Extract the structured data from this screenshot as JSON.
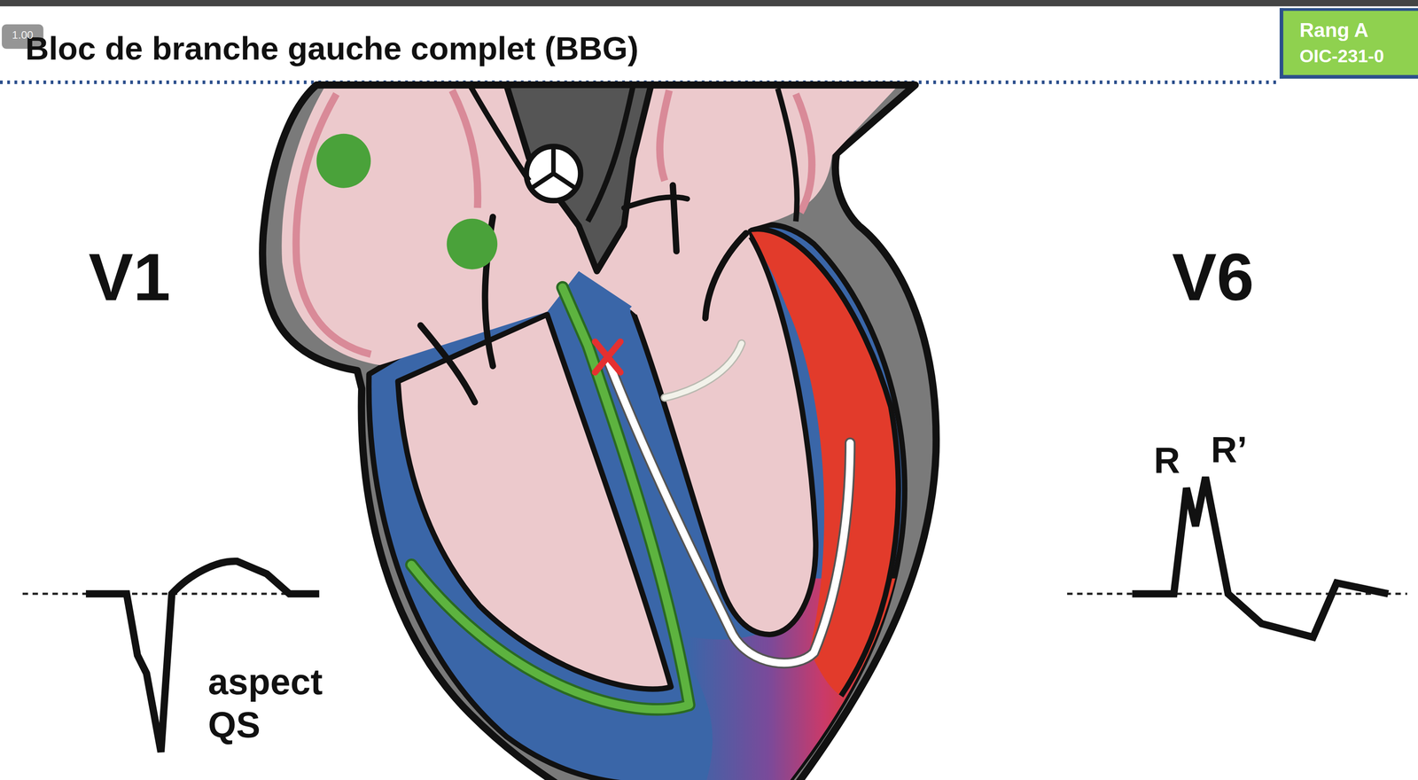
{
  "diagram": {
    "title": "Bloc de branche gauche complet (BBG)",
    "nodes": [
      {
        "text": [
          "Rang A",
          "OIC-231-0"
        ]
      }
    ],
    "labels": [
      "1.00",
      "V1",
      "V6",
      "aspect QS",
      "R",
      "R’"
    ]
  }
}
